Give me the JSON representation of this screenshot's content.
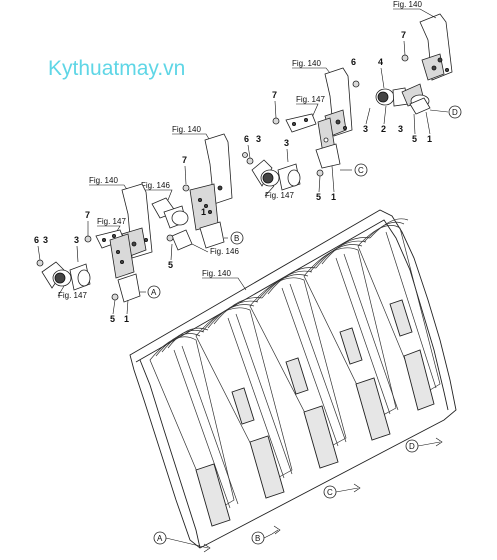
{
  "watermark": "Kythuatmay.vn",
  "figure_refs": {
    "top": "Fig. 140",
    "upper_mid": "Fig. 140",
    "group_b": "Fig. 140",
    "group_a": "Fig. 140",
    "main_frame": "Fig. 140",
    "fig147_d": "Fig. 147",
    "fig147_c": "Fig. 147",
    "fig147_a_upper": "Fig. 147",
    "fig147_a_lower": "Fig. 147",
    "fig146_upper": "Fig. 146",
    "fig146_lower": "Fig. 146"
  },
  "part_numbers": {
    "d_7": "7",
    "d_6": "6",
    "d_4": "4",
    "d_3a": "3",
    "d_2": "2",
    "d_3b": "3",
    "d_5": "5",
    "d_1": "1",
    "c_7": "7",
    "c_6": "6",
    "c_3a": "3",
    "c_3b": "3",
    "c_5": "5",
    "c_1": "1",
    "b_7": "7",
    "b_5": "5",
    "b_1": "1",
    "a_6": "6",
    "a_3a": "3",
    "a_7": "7",
    "a_3b": "3",
    "a_5": "5",
    "a_1": "1"
  },
  "callouts": {
    "d_group": "D",
    "c_group": "C",
    "b_group": "B",
    "a_group": "A",
    "frame_a": "A",
    "frame_b": "B",
    "frame_c": "C",
    "frame_d": "D"
  }
}
